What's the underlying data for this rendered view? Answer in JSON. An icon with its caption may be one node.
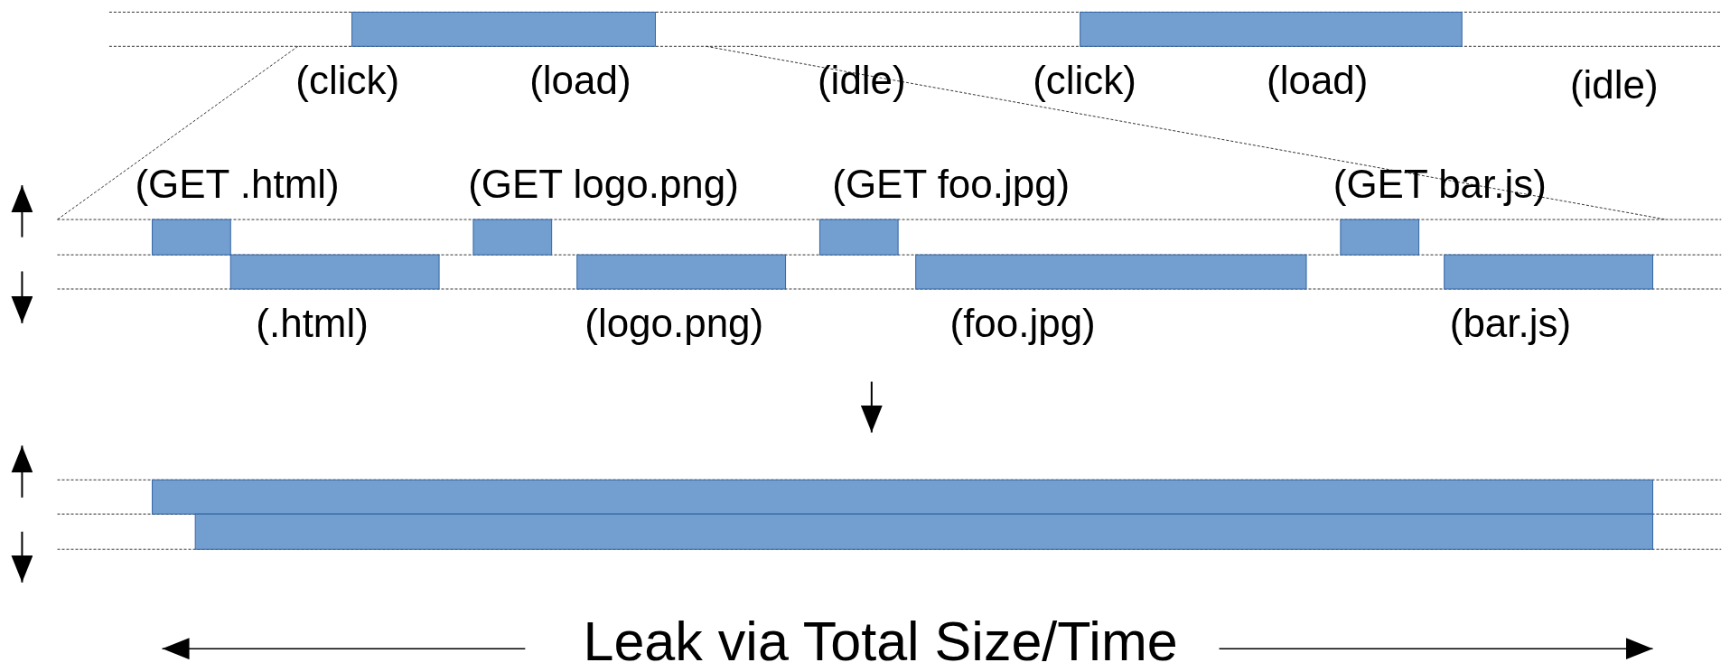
{
  "diagram": {
    "labels": [
      "(click)",
      "(load)",
      "(idle)",
      "(click)",
      "(load)",
      "(idle)",
      "(GET .html)",
      "(GET logo.png)",
      "(GET foo.jpg)",
      "(GET bar.js)",
      "(.html)",
      "(logo.png)",
      "(foo.jpg)",
      "(bar.js)",
      "Leak via Total Size/Time"
    ]
  }
}
